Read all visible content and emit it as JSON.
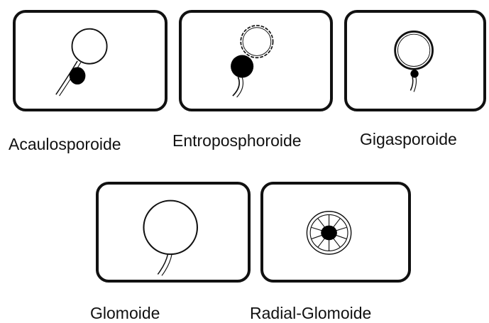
{
  "panels": [
    {
      "id": "acaulosporoide",
      "label": "Acaulosporoide"
    },
    {
      "id": "entroposphoroide",
      "label": "Entroposphoroide"
    },
    {
      "id": "gigasporoide",
      "label": "Gigasporoide"
    },
    {
      "id": "glomoide",
      "label": "Glomoide"
    },
    {
      "id": "radial-glomoide",
      "label": "Radial-Glomoide"
    }
  ],
  "colors": {
    "stroke": "#111111",
    "fill_dark": "#000000",
    "background": "#ffffff"
  }
}
